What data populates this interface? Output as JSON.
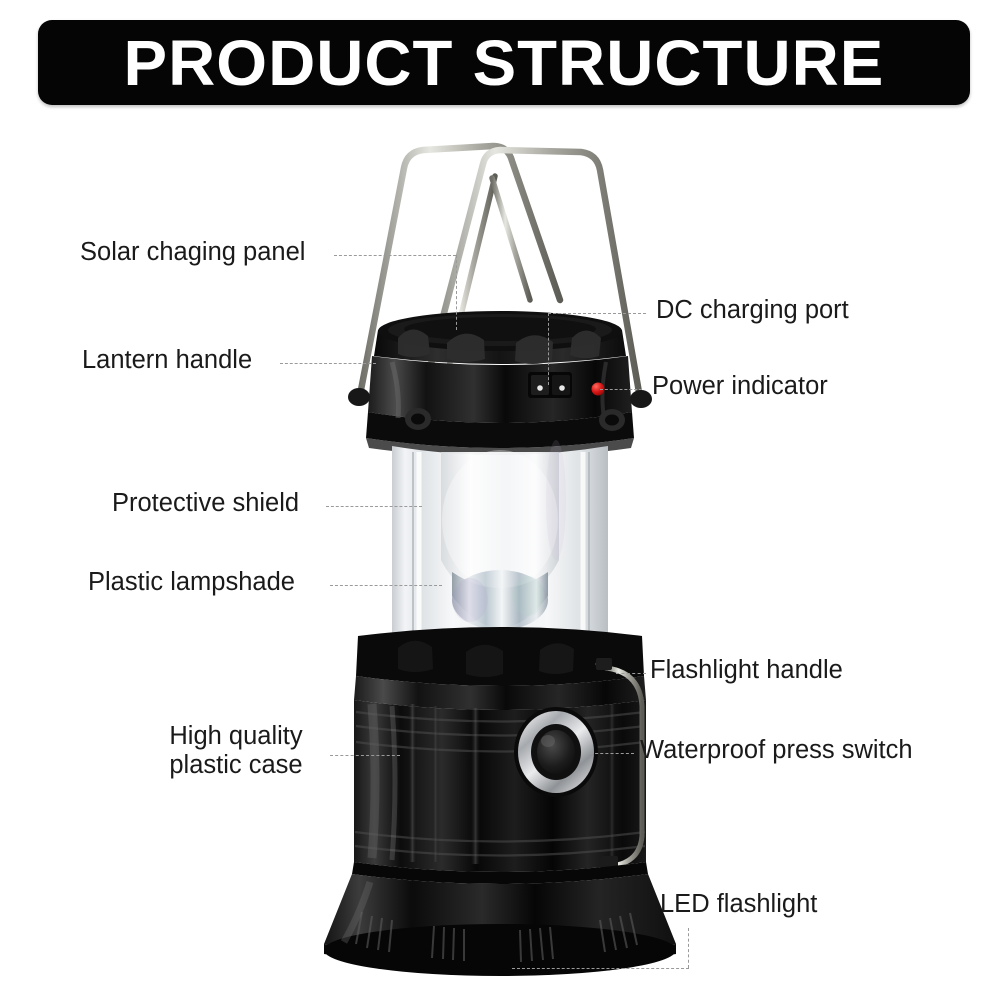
{
  "header": {
    "title": "PRODUCT STRUCTURE",
    "background_color": "#050505",
    "text_color": "#ffffff"
  },
  "page": {
    "background_color": "#ffffff",
    "label_color": "#1a1a1a",
    "leader_line_color": "#9a9a9a"
  },
  "product": {
    "name": "Collapsible solar camping lantern",
    "body_color": "#0d0d0d",
    "shade_color": "#e9ecef",
    "metal_color": "#b9b9b3",
    "indicator_color": "#d81616",
    "switch_ring_color": "#d9dadc"
  },
  "callouts": [
    {
      "id": "solar-chaging-panel",
      "label": "Solar chaging panel",
      "side": "left"
    },
    {
      "id": "lantern-handle",
      "label": "Lantern handle",
      "side": "left"
    },
    {
      "id": "dc-charging-port",
      "label": "DC charging port",
      "side": "right"
    },
    {
      "id": "power-indicator",
      "label": "Power indicator",
      "side": "right"
    },
    {
      "id": "protective-shield",
      "label": "Protective shield",
      "side": "left"
    },
    {
      "id": "plastic-lampshade",
      "label": "Plastic lampshade",
      "side": "left"
    },
    {
      "id": "flashlight-handle",
      "label": "Flashlight handle",
      "side": "right"
    },
    {
      "id": "high-quality-plastic-case",
      "label": "High quality\nplastic case",
      "line1": "High quality",
      "line2": "plastic case",
      "side": "left"
    },
    {
      "id": "waterproof-press-switch",
      "label": "Waterproof press switch",
      "side": "right"
    },
    {
      "id": "led-flashlight",
      "label": "LED flashlight",
      "side": "right"
    }
  ]
}
